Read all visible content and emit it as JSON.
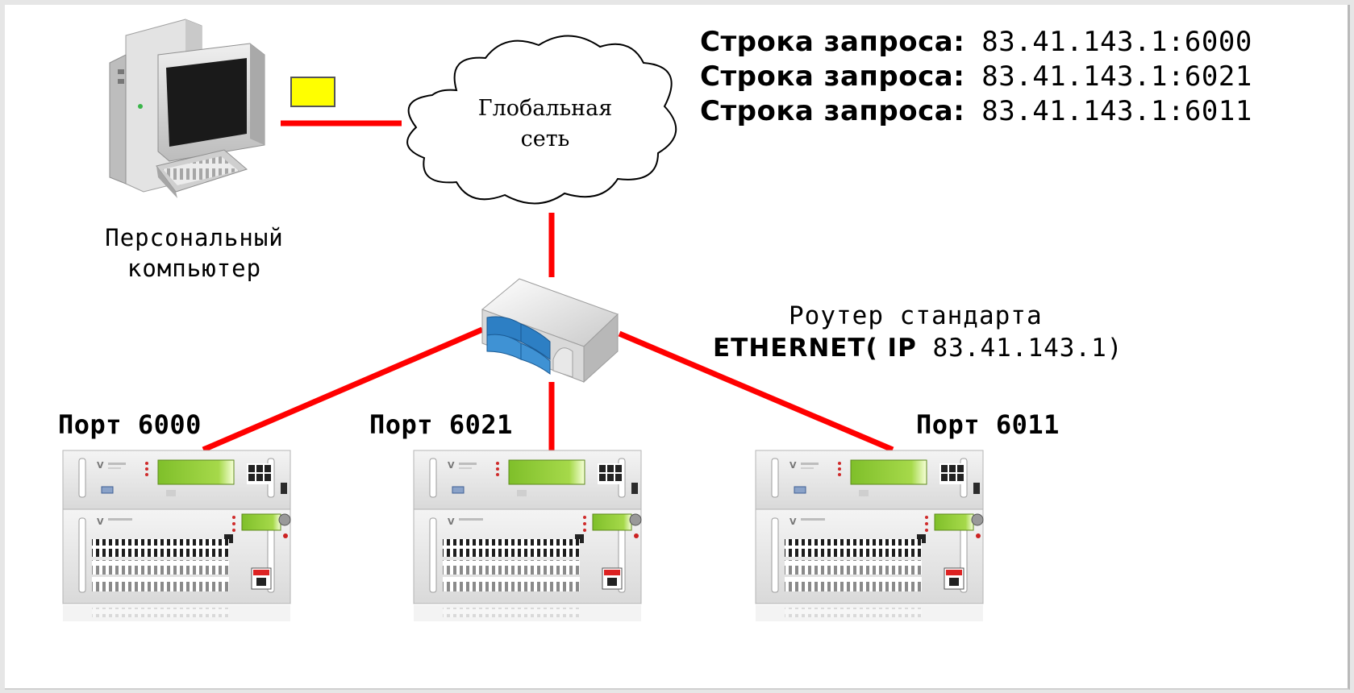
{
  "cloud": {
    "label_line1": "Глобальная",
    "label_line2": "сеть"
  },
  "pc": {
    "label_line1": "Персональный",
    "label_line2": "компьютер"
  },
  "requests": [
    {
      "label": "Строка запроса:",
      "value": "83.41.143.1:6000"
    },
    {
      "label": "Строка запроса:",
      "value": "83.41.143.1:6021"
    },
    {
      "label": "Строка запроса:",
      "value": "83.41.143.1:6011"
    }
  ],
  "router": {
    "label_line1": "Роутер стандарта",
    "label_line2_bold": "ETHERNET( IP",
    "label_line2_rest": " 83.41.143.1)"
  },
  "ports": [
    {
      "label": "Порт 6000"
    },
    {
      "label": "Порт 6021"
    },
    {
      "label": "Порт 6011"
    }
  ],
  "colors": {
    "link": "#ff0000",
    "packet": "#ffff00",
    "display": "#8dc63f",
    "router_blue": "#2d7fc4"
  },
  "icons": {
    "pc": "desktop-computer-icon",
    "router": "ethernet-router-icon",
    "cloud": "cloud-icon",
    "transmitter": "rack-transmitter-icon"
  }
}
